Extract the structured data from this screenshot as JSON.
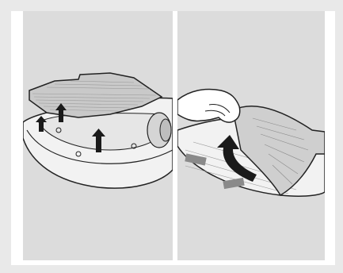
{
  "figure": {
    "panels": [
      {
        "id": "remove-pad-lift",
        "icon": "lift-arrows-icon",
        "arrow_count": 3
      },
      {
        "id": "peel-mop-cloth",
        "icon": "curved-arrow-icon",
        "arrow_count": 1
      }
    ],
    "colors": {
      "page_bg": "#e9e9e9",
      "frame": "#ffffff",
      "panel_bg": "#dcdcdc",
      "device_fill": "#f2f2f2",
      "pad_fill": "#c9c9c9",
      "outline": "#222222",
      "arrow": "#1a1a1a"
    }
  }
}
